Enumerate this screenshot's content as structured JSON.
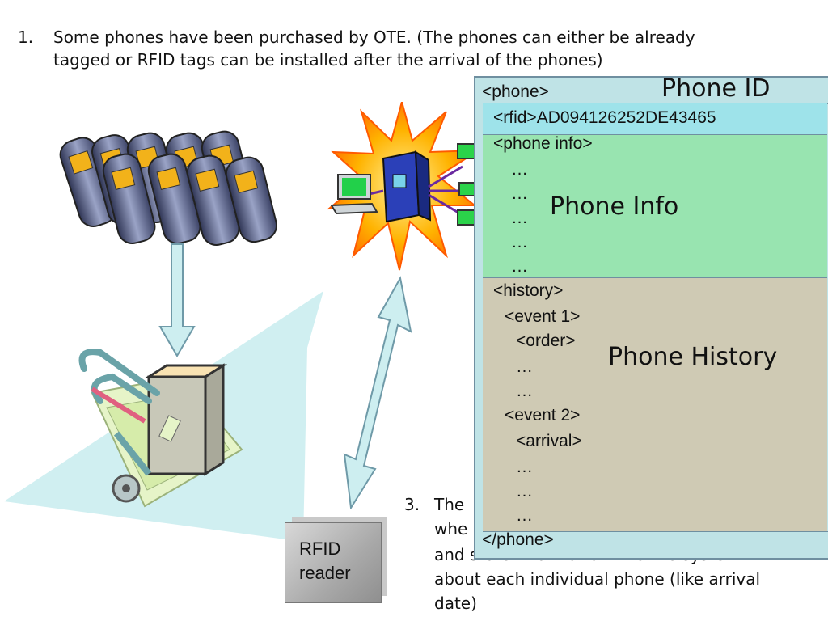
{
  "step1": {
    "number": "1.",
    "line1": "Some phones have been purchased by OTE. (The phones can either be already",
    "line2": "tagged or RFID tags can be installed after the arrival of the phones)"
  },
  "step3": {
    "number": "3.",
    "line1_visible": "The",
    "line2_visible": "whe",
    "line3_visible": "and store information into the system",
    "line4": "about each individual phone (like arrival",
    "line5": "date)"
  },
  "reader": {
    "line1": "RFID",
    "line2": "reader"
  },
  "record": {
    "phone_open": "<phone>",
    "phone_id_label": "Phone ID",
    "rfid_line": "<rfid>AD094126252DE43465",
    "phone_info_open": "<phone info>",
    "info_ellipses": [
      "…",
      "…",
      "…",
      "…",
      "…"
    ],
    "phone_info_label": "Phone Info",
    "history_open": "<history>",
    "event1_open": "<event 1>",
    "order_tag": "<order>",
    "event1_ellipses": [
      "…",
      "…"
    ],
    "event2_open": "<event 2>",
    "arrival_tag": "<arrival>",
    "event2_ellipses": [
      "…",
      "…",
      "…"
    ],
    "phone_history_label": "Phone History",
    "phone_close": "</phone>"
  },
  "colors": {
    "outer": "#bfe3e6",
    "rfid_bar": "#9ee3ea",
    "info": "#98e4b0",
    "history": "#cfcab4",
    "arrow": "#cdeef0"
  },
  "icons": [
    "mobile-phones-icon",
    "hand-truck-icon",
    "server-burst-icon",
    "computer-icon",
    "rfid-reader-icon"
  ]
}
